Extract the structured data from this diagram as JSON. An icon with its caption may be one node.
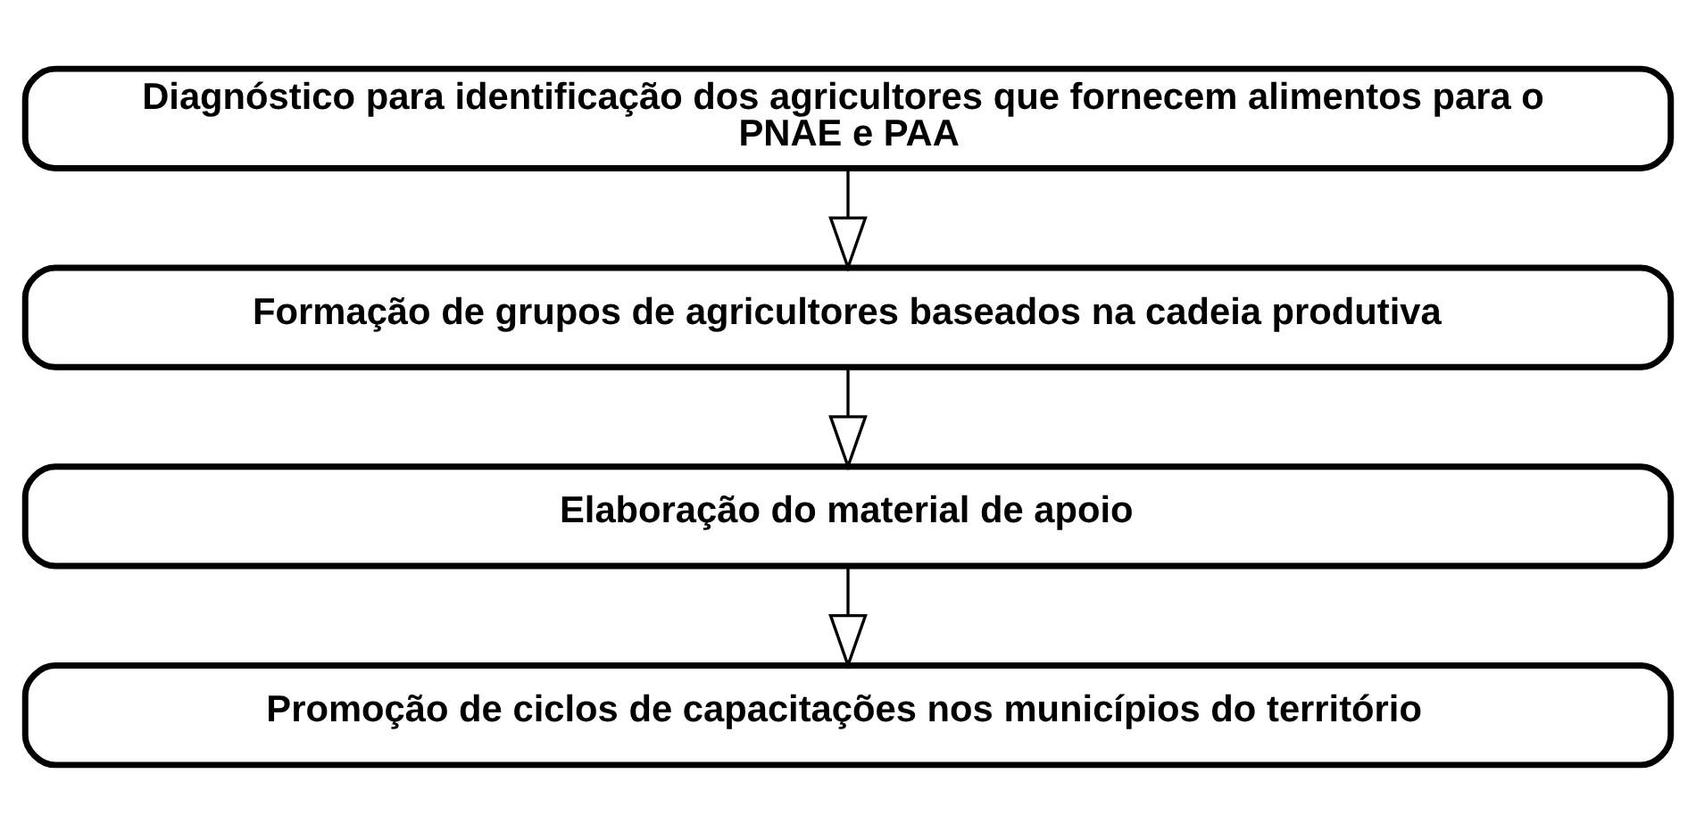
{
  "diagram": {
    "nodes": [
      {
        "text": [
          "Diagnóstico para identificação dos agricultores que fornecem alimentos para o PNAE e PAA"
        ]
      },
      {
        "text": [
          "Formação de grupos de agricultores baseados na cadeia produtiva"
        ]
      },
      {
        "text": [
          "Elaboração do material de apoio"
        ]
      },
      {
        "text": [
          "Promoção de ciclos de capacitações nos municípios do território"
        ]
      }
    ],
    "edges": [
      {
        "from": 0,
        "to": 1,
        "arrow": "to"
      },
      {
        "from": 1,
        "to": 2,
        "arrow": "to"
      },
      {
        "from": 2,
        "to": 3,
        "arrow": "to"
      }
    ]
  }
}
